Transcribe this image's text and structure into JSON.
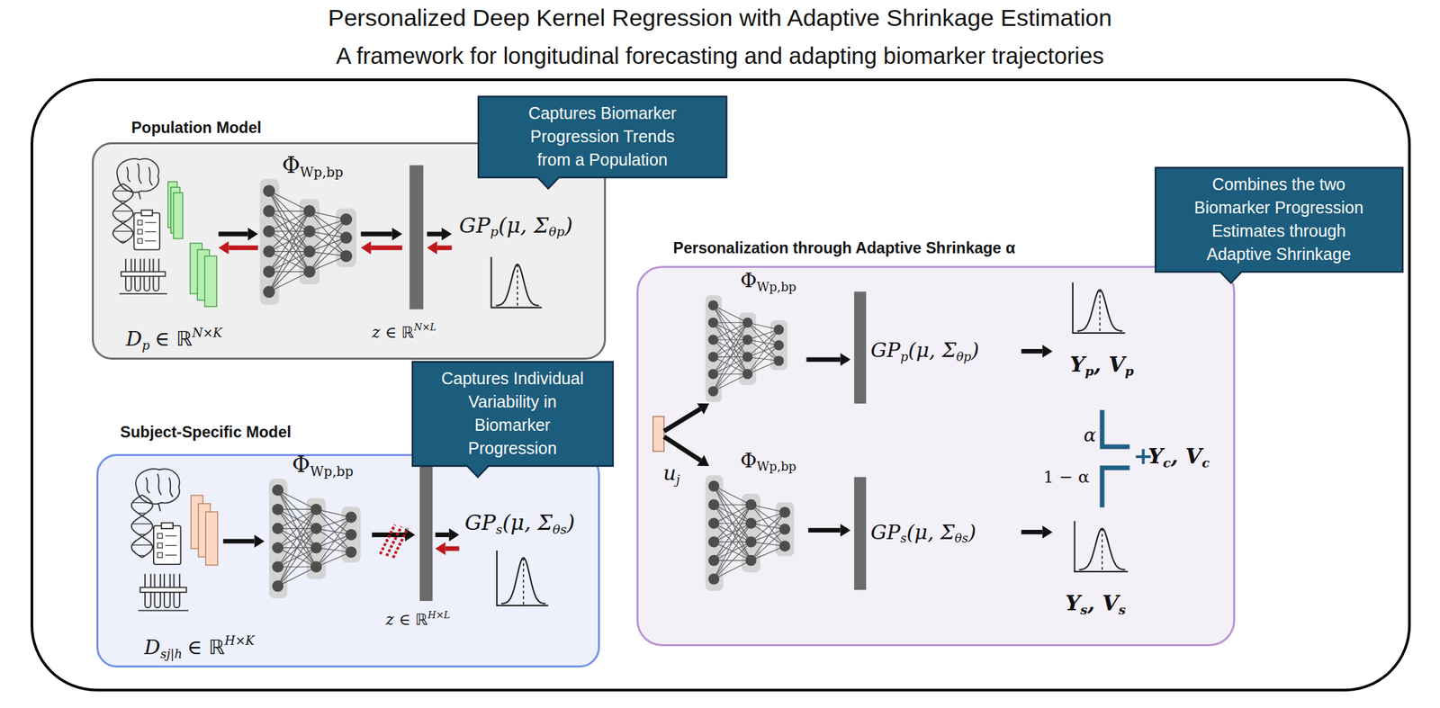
{
  "diagram": {
    "title": "Personalized Deep Kernel Regression with Adaptive Shrinkage Estimation",
    "nodes": [
      {
        "text": [
          "Population Model"
        ]
      },
      {
        "text": [
          "Captures Biomarker Progression Trends from a Population"
        ]
      },
      {
        "text": [
          "Combines the two Biomarker Progression Estimates through Adaptive Shrinkage"
        ]
      },
      {
        "text": [
          "Personalization through Adaptive Shrinkage α"
        ]
      },
      {
        "text": [
          "Captures Individual Variability in Biomarker Progression"
        ]
      },
      {
        "text": [
          "Subject-Specific Model"
        ]
      }
    ],
    "labels": [
      "A framework for longitudinal forecasting and adapting biomarker trajectories",
      "Φ",
      "Wp,bp",
      "GP",
      "p",
      "(μ, Σ",
      "θp",
      ")",
      "D",
      "p",
      "∈ ℝ",
      "N×K",
      "z ∈ ℝ",
      "N×L",
      "Φ",
      "Wp,bp",
      "GP",
      "s",
      "(μ, Σ",
      "θs",
      ")",
      "D",
      "sj|h",
      "∈ ℝ",
      "H×K",
      "z ∈ ℝ",
      "H×L",
      "u",
      "j",
      "Φ",
      "Wp,bp",
      "GP",
      "p",
      "(μ, Σ",
      "θp",
      ")",
      "Y",
      "p",
      ", V",
      "p",
      "α",
      "1 − α",
      "+",
      "Y",
      "c",
      ", V",
      "c",
      "Φ",
      "Wp,bp",
      "GP",
      "s",
      "(μ, Σ",
      "θs",
      ")",
      "Y",
      "s",
      ", V",
      "s"
    ]
  }
}
